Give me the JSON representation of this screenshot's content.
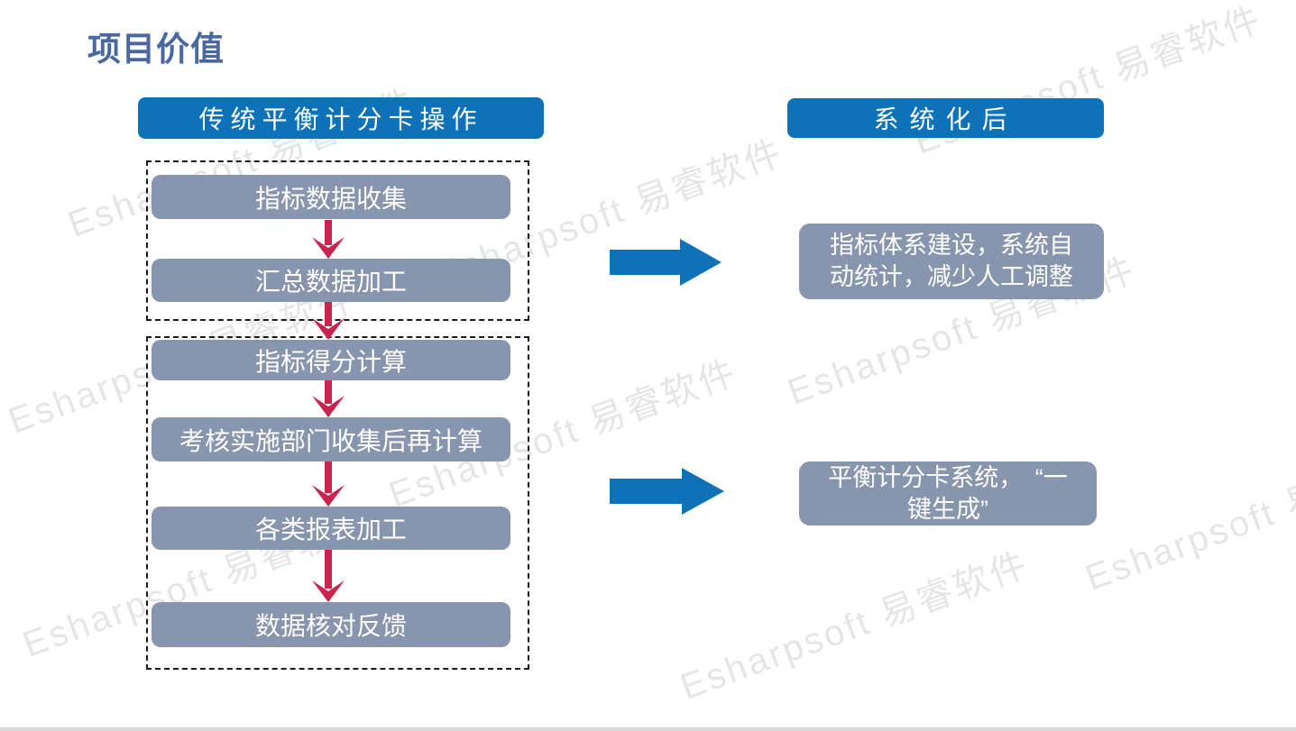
{
  "title": "项目价值",
  "watermark": {
    "text": "Esharpsoft 易睿软件"
  },
  "left_column": {
    "header": "传统平衡计分卡操作",
    "groups": [
      {
        "steps": [
          "指标数据收集",
          "汇总数据加工"
        ]
      },
      {
        "steps": [
          "指标得分计算",
          "考核实施部门收集后再计算",
          "各类报表加工",
          "数据核对反馈"
        ]
      }
    ]
  },
  "right_column": {
    "header": "系统化后",
    "results": [
      {
        "lines": [
          "指标体系建设，系统自",
          "动统计，减少人工调整"
        ]
      },
      {
        "lines": [
          "平衡计分卡系统，　“一",
          "键生成”"
        ]
      }
    ]
  },
  "colors": {
    "header_blue": "#0d72b8",
    "box_fill": "#8895ae",
    "flow_arrow_red": "#c9234f",
    "block_arrow_blue": "#0d72b8",
    "title_blue": "#4a67a0",
    "dashed_border": "#1a1a1a",
    "bottom_strip": "#d8d8d8"
  }
}
